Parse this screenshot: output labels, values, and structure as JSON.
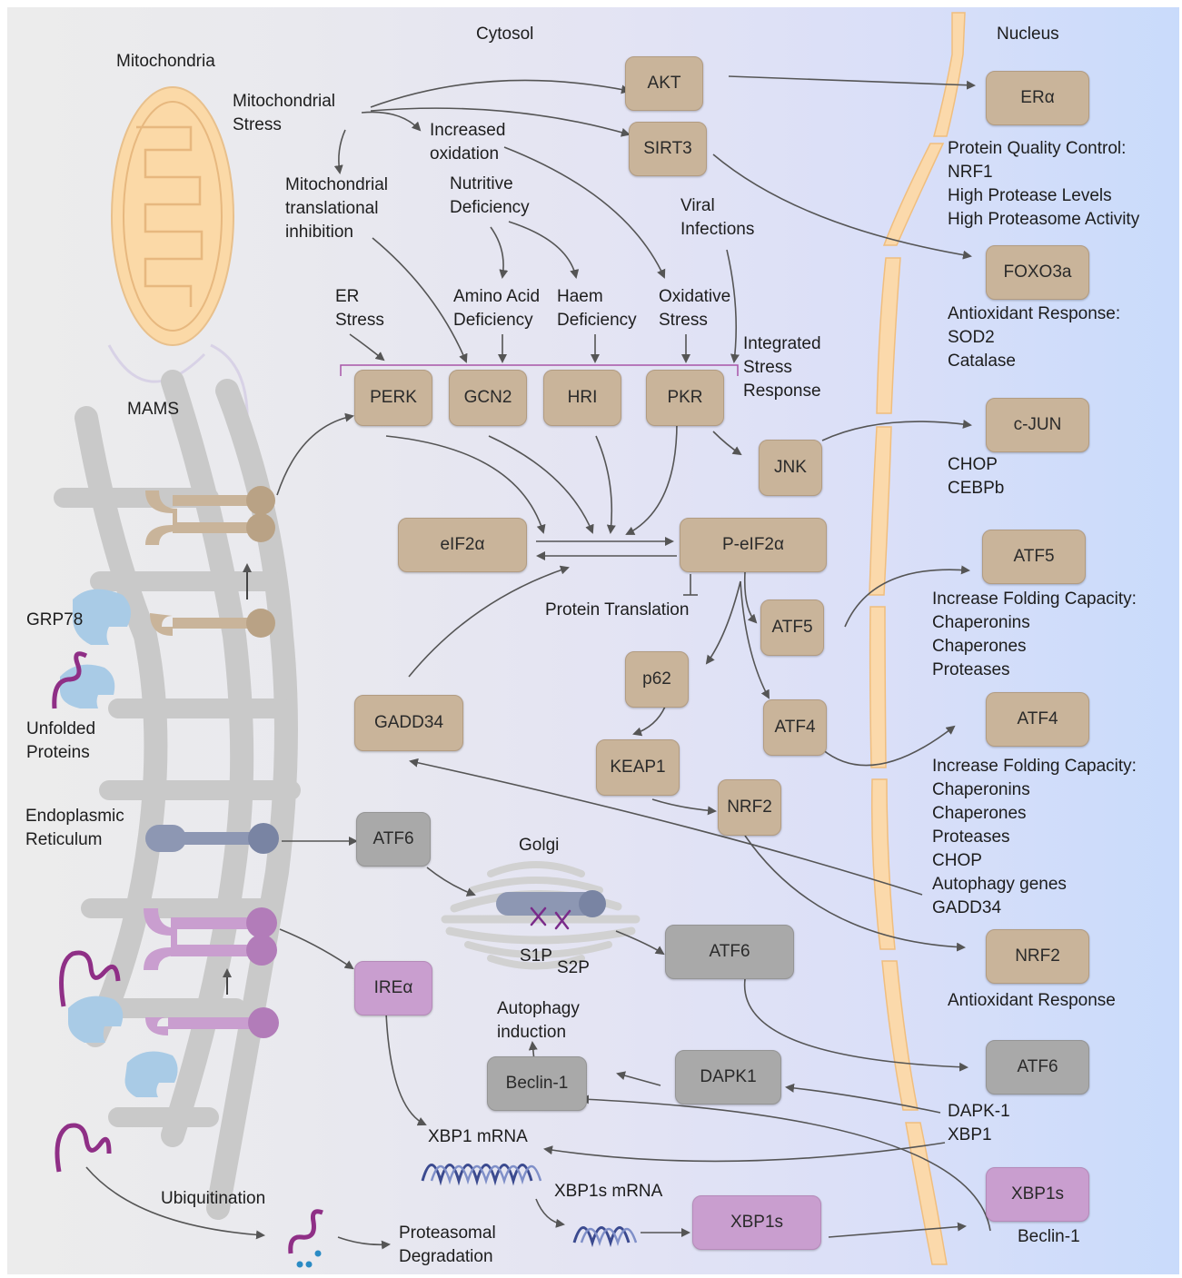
{
  "regions": {
    "cytosol": "Cytosol",
    "nucleus": "Nucleus",
    "mitochondria": "Mitochondria",
    "mams": "MAMS",
    "er": [
      "Endoplasmic",
      "Reticulum"
    ],
    "golgi": "Golgi"
  },
  "stimuli": {
    "mito_stress": [
      "Mitochondrial",
      "Stress"
    ],
    "increased_oxidation": [
      "Increased",
      "oxidation"
    ],
    "mito_translational": [
      "Mitochondrial",
      "translational",
      "inhibition"
    ],
    "nutritive_def": [
      "Nutritive",
      "Deficiency"
    ],
    "viral": [
      "Viral",
      "Infections"
    ],
    "er_stress": [
      "ER",
      "Stress"
    ],
    "amino_acid": [
      "Amino Acid",
      "Deficiency"
    ],
    "haem": [
      "Haem",
      "Deficiency"
    ],
    "oxidative": [
      "Oxidative",
      "Stress"
    ],
    "isr": [
      "Integrated",
      "Stress",
      "Response"
    ]
  },
  "cytosol_nodes": {
    "akt": "AKT",
    "sirt3": "SIRT3",
    "perk": "PERK",
    "gcn2": "GCN2",
    "hri": "HRI",
    "pkr": "PKR",
    "jnk": "JNK",
    "eif2a": "eIF2α",
    "p_eif2a": "P-eIF2α",
    "atf5": "ATF5",
    "p62": "p62",
    "atf4": "ATF4",
    "keap1": "KEAP1",
    "nrf2": "NRF2",
    "gadd34": "GADD34",
    "atf6_er": "ATF6",
    "atf6_golgi": "ATF6",
    "irea": "IREα",
    "dapk1": "DAPK1",
    "beclin1": "Beclin-1",
    "xbp1s": "XBP1s"
  },
  "cytosol_labels": {
    "protein_translation": "Protein Translation",
    "autophagy": [
      "Autophagy",
      "induction"
    ],
    "xbp1_mrna": "XBP1 mRNA",
    "xbp1s_mrna": "XBP1s mRNA",
    "s1p": "S1P",
    "s2p": "S2P",
    "ubiquitination": "Ubiquitination",
    "proteasomal": [
      "Proteasomal",
      "Degradation"
    ],
    "grp78": "GRP78",
    "unfolded": [
      "Unfolded",
      "Proteins"
    ]
  },
  "nucleus_nodes": {
    "era": "ERα",
    "foxo3a": "FOXO3a",
    "cjun": "c-JUN",
    "atf5": "ATF5",
    "atf4": "ATF4",
    "nrf2": "NRF2",
    "atf6": "ATF6",
    "xbp1s": "XBP1s"
  },
  "nucleus_texts": {
    "era": [
      "Protein Quality Control:",
      "NRF1",
      "High Protease Levels",
      "High Proteasome Activity"
    ],
    "foxo3a": [
      "Antioxidant Response:",
      "SOD2",
      "Catalase"
    ],
    "cjun": [
      "CHOP",
      "CEBPb"
    ],
    "atf5": [
      "Increase Folding Capacity:",
      "Chaperonins",
      "Chaperones",
      "Proteases"
    ],
    "atf4": [
      "Increase Folding Capacity:",
      "Chaperonins",
      "Chaperones",
      "Proteases",
      "CHOP",
      "Autophagy genes",
      "GADD34"
    ],
    "nrf2": [
      "Antioxidant Response"
    ],
    "atf6": [
      "DAPK-1",
      "XBP1"
    ],
    "xbp1s": [
      "Beclin-1"
    ]
  },
  "colors": {
    "tan": "#c9b49a",
    "gray": "#a9a9a9",
    "purple": "#c99ecf",
    "membrane": "#fbd9ab",
    "mitochondria": "#fbd9a7",
    "er": "#c9c9c9"
  }
}
